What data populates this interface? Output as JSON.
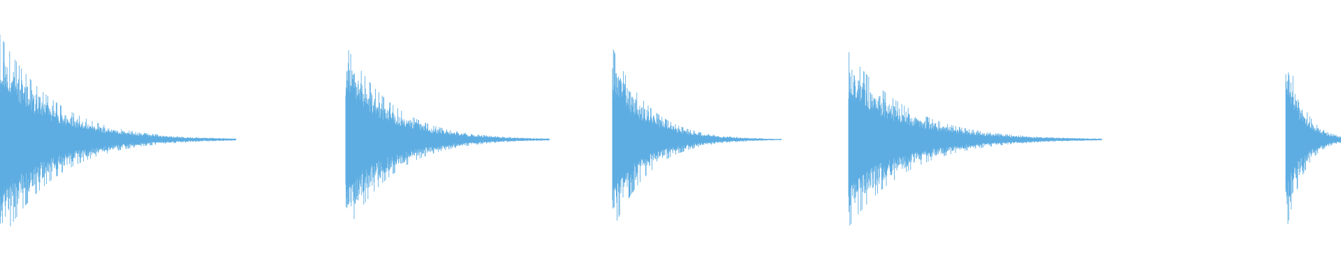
{
  "waveform": {
    "color": "#5DADE2",
    "background": "#FFFFFF",
    "transients": [
      {
        "peak_amplitude": 0.75,
        "decay": "long"
      },
      {
        "peak_amplitude": 0.68,
        "decay": "long"
      },
      {
        "peak_amplitude": 0.66,
        "decay": "medium"
      },
      {
        "peak_amplitude": 0.63,
        "decay": "long"
      },
      {
        "peak_amplitude": 0.68,
        "decay": "truncated"
      }
    ]
  }
}
